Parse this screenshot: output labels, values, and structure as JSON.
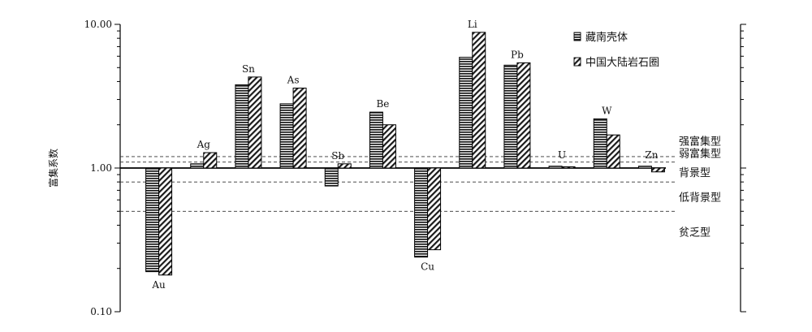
{
  "chart_data": {
    "type": "bar",
    "scale": "log",
    "ylabel": "富集系数",
    "ylim": [
      0.1,
      10
    ],
    "baseline": 1.0,
    "yticks": [
      "10.00",
      "1.00",
      "0.10"
    ],
    "categories": [
      "Au",
      "Ag",
      "Sn",
      "As",
      "Sb",
      "Be",
      "Cu",
      "Li",
      "Pb",
      "U",
      "W",
      "Zn"
    ],
    "series": [
      {
        "name": "藏南壳体",
        "pattern": "horizontal-hatch",
        "values": [
          0.19,
          1.07,
          3.8,
          2.8,
          0.75,
          2.45,
          0.24,
          5.9,
          5.2,
          1.03,
          2.2,
          1.03
        ]
      },
      {
        "name": "中国大陆岩石圈",
        "pattern": "diagonal-hatch",
        "values": [
          0.18,
          1.28,
          4.3,
          3.6,
          1.07,
          2.0,
          0.27,
          8.8,
          5.4,
          1.02,
          1.7,
          0.94
        ]
      }
    ],
    "reference_lines": [
      {
        "value": 1.2,
        "style": "dashed"
      },
      {
        "value": 1.1,
        "style": "dashed"
      },
      {
        "value": 0.8,
        "style": "dashed"
      },
      {
        "value": 0.5,
        "style": "dashed"
      }
    ],
    "zone_labels": [
      "强富集型",
      "弱富集型",
      "背景型",
      "低背景型",
      "贫乏型"
    ],
    "grid": false,
    "legend_position": "top-right"
  }
}
